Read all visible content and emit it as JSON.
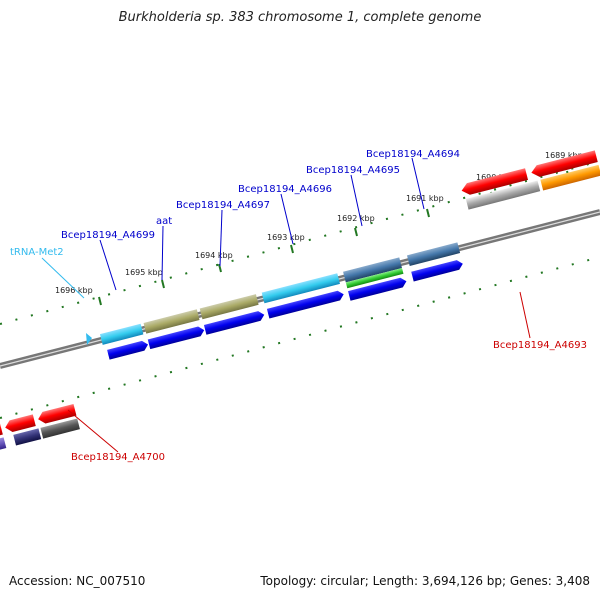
{
  "title": "Burkholderia sp. 383 chromosome 1, complete genome",
  "footer": {
    "accession": "Accession: NC_007510",
    "summary": "Topology: circular; Length: 3,694,126 bp; Genes: 3,408"
  },
  "tick_labels": [
    "1696 kbp",
    "1695 kbp",
    "1694 kbp",
    "1693 kbp",
    "1692 kbp",
    "1691 kbp",
    "1690 kbp",
    "1689 kbp"
  ],
  "gene_labels": [
    {
      "name": "tRNA-Met2",
      "color": "#33bbee"
    },
    {
      "name": "Bcep18194_A4699",
      "color": "#0000cc"
    },
    {
      "name": "aat",
      "color": "#0000cc"
    },
    {
      "name": "Bcep18194_A4697",
      "color": "#0000cc"
    },
    {
      "name": "Bcep18194_A4696",
      "color": "#0000cc"
    },
    {
      "name": "Bcep18194_A4695",
      "color": "#0000cc"
    },
    {
      "name": "Bcep18194_A4694",
      "color": "#0000cc"
    },
    {
      "name": "Bcep18194_A4693",
      "color": "#cc0000"
    },
    {
      "name": "Bcep18194_A4700",
      "color": "#cc0000"
    }
  ],
  "colors": {
    "forward_strand": "#0000ee",
    "reverse_strand": "#ff0000",
    "cds_light_blue": "#33ccee",
    "cds_olive": "#aaaa66",
    "cds_steel": "#4477aa",
    "cds_green": "#33cc33",
    "cds_gray": "#aaaaaa",
    "cds_orange": "#ff9900",
    "cds_purple": "#6655bb",
    "backbone": "#777777",
    "tick_marks": "#227722"
  }
}
